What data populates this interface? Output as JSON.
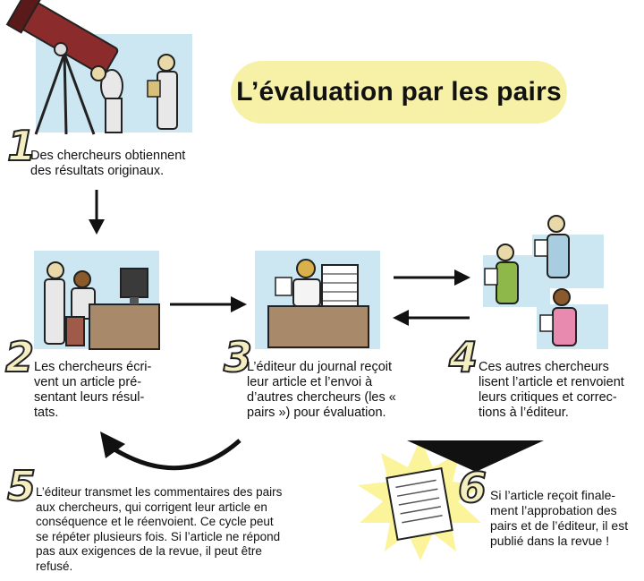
{
  "title": "L’évaluation par les pairs",
  "steps": [
    {
      "number": "1",
      "lines": [
        "Des chercheurs obtiennent",
        "des résultats originaux."
      ]
    },
    {
      "number": "2",
      "lines": [
        "Les chercheurs écri-",
        "vent un article pré-",
        "sentant leurs résul-",
        "tats."
      ]
    },
    {
      "number": "3",
      "lines": [
        "L’éditeur du journal reçoit",
        "leur article et l’envoi à",
        "d’autres chercheurs (les «",
        "pairs ») pour évaluation."
      ]
    },
    {
      "number": "4",
      "lines": [
        "Ces autres chercheurs",
        "lisent l’article et renvoient",
        "leurs critiques et correc-",
        "tions à l’éditeur."
      ]
    },
    {
      "number": "5",
      "lines": [
        "L’éditeur transmet les commentaires des pairs",
        "aux chercheurs, qui corrigent leur article en",
        "conséquence et le réenvoient. Ce cycle peut",
        "se répéter plusieurs fois. Si l’article ne répond",
        "pas aux exigences de la revue, il peut être",
        "refusé."
      ]
    },
    {
      "number": "6",
      "lines": [
        "Si l’article reçoit finale-",
        "ment l’approbation des",
        "pairs et de l’éditeur, il est",
        "publié dans la revue !"
      ]
    }
  ],
  "colors": {
    "title_bg": "#f7f1a8",
    "panel_bg": "#cde7f2",
    "number_fill": "#f4eec0",
    "burst": "#fbf49a"
  }
}
